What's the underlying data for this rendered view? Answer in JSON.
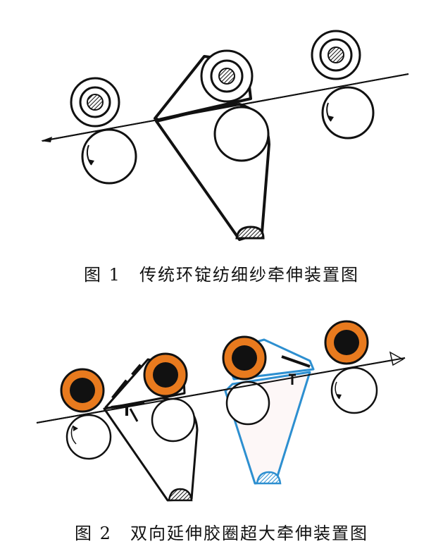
{
  "figure1": {
    "caption_label": "图 1",
    "caption_title": "传统环锭纺细纱牵伸装置图"
  },
  "figure2": {
    "caption_label": "图 2",
    "caption_title": "双向延伸胶圈超大牵伸装置图"
  },
  "colors": {
    "line": "#111111",
    "rubber_cot": "#e87a1e",
    "apron_blue": "#2d8fd0"
  }
}
